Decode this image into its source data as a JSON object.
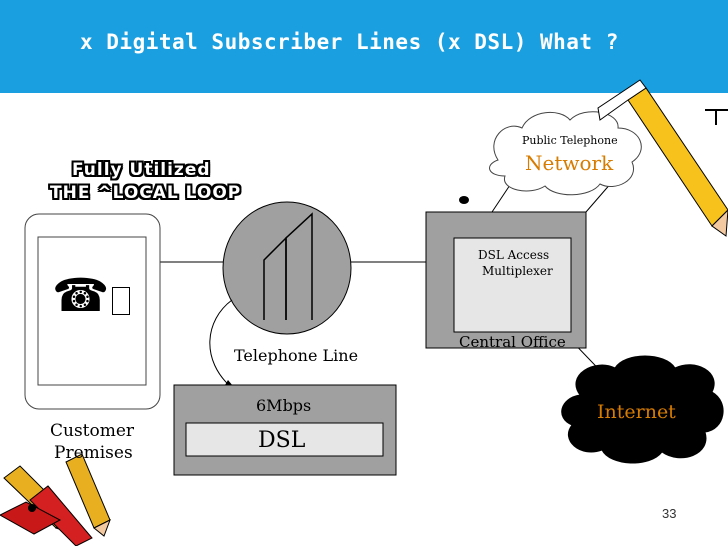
{
  "slide": {
    "title": "x Digital Subscriber Lines (x DSL) What ?",
    "page_number": "33"
  },
  "diagram": {
    "headline_line1": "Fully Utilized",
    "headline_line2": "THE ^LOCAL LOOP",
    "customer_label_line1": "Customer",
    "customer_label_line2": "Premises",
    "telephone_line_label": "Telephone Line",
    "speed_label": "6Mbps",
    "dsl_label": "DSL",
    "dslam_line1": "DSL Access",
    "dslam_line2": "Multiplexer",
    "central_office_label": "Central Office",
    "pstn_line1": "Public Telephone",
    "pstn_line2": "Network",
    "internet_label": "Internet",
    "phone_glyph": "☎"
  },
  "colors": {
    "title_bar": "#1a9fe0",
    "gray_fill": "#a0a0a0",
    "inner_box": "#e6e6e6",
    "cloud_text": "#d87c00"
  }
}
